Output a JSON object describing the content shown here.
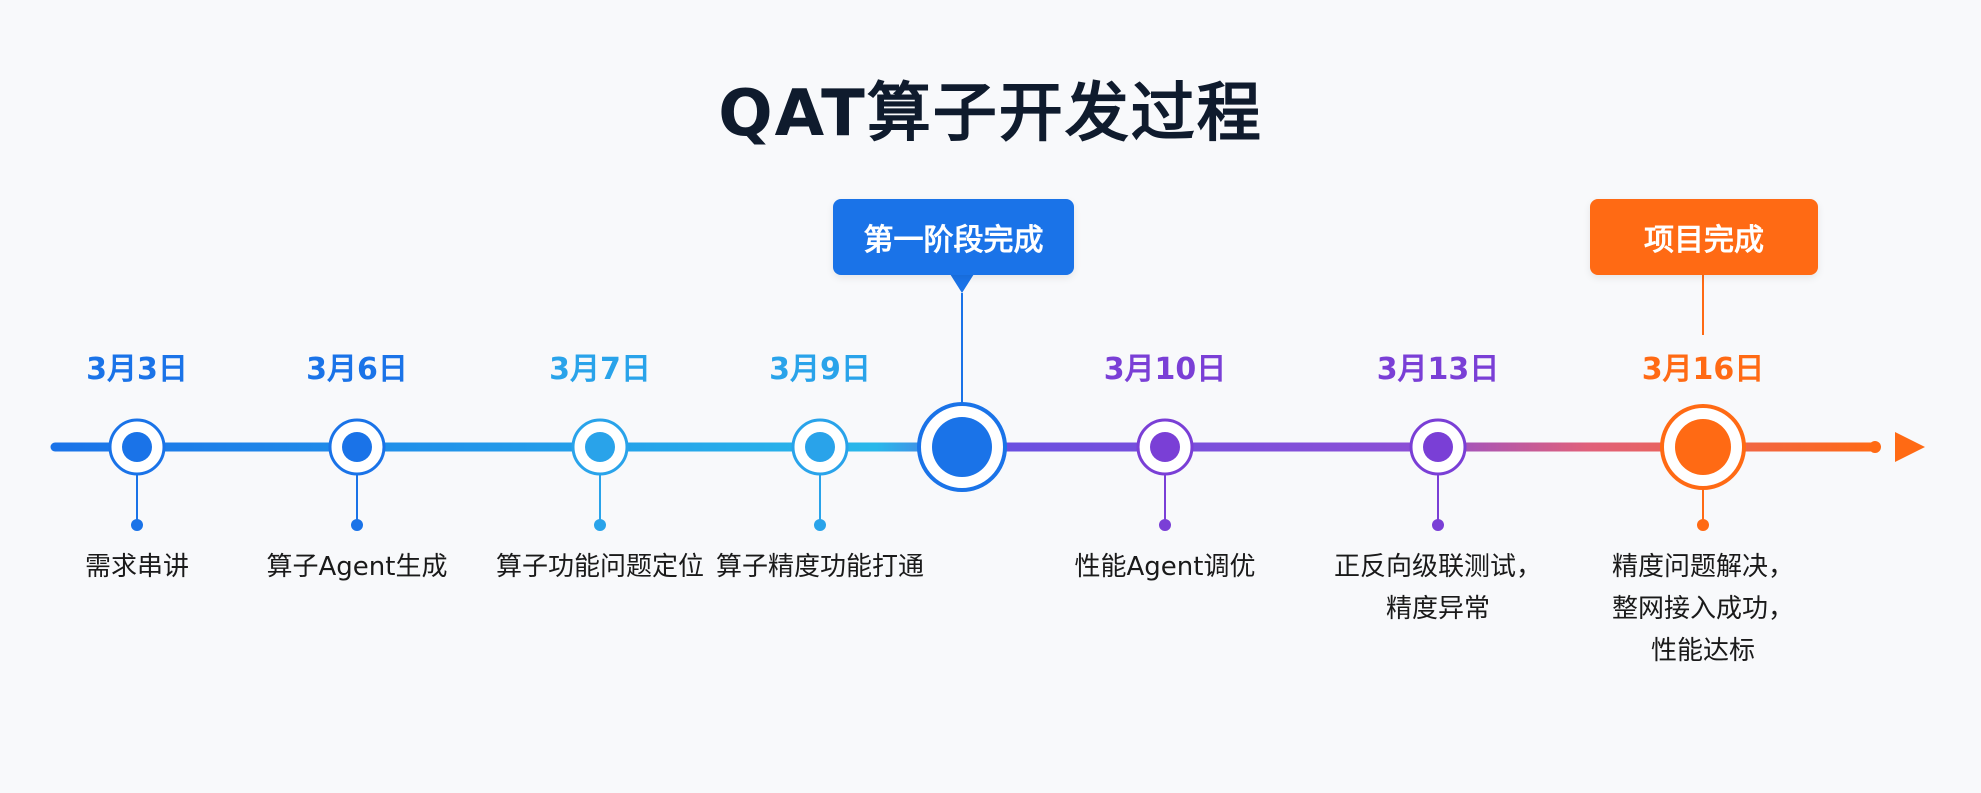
{
  "title": "QAT算子开发过程",
  "colors": {
    "blue": "#1a73e8",
    "cyan": "#29a3ea",
    "purple": "#7a3fd6",
    "orange": "#ff6a14",
    "text": "#1a1a1a",
    "title": "#0f1b2d"
  },
  "milestones": [
    {
      "date": "3月3日",
      "lines": [
        "需求串讲"
      ]
    },
    {
      "date": "3月6日",
      "lines": [
        "算子Agent生成"
      ]
    },
    {
      "date": "3月7日",
      "lines": [
        "算子功能问题定位"
      ]
    },
    {
      "date": "3月9日",
      "lines": [
        "算子精度功能打通"
      ]
    },
    {
      "date": "3月10日",
      "lines": [
        "性能Agent调优"
      ]
    },
    {
      "date": "3月13日",
      "lines": [
        "正反向级联测试，",
        "精度异常"
      ]
    },
    {
      "date": "3月16日",
      "lines": [
        "精度问题解决，",
        "整网接入成功，",
        "性能达标"
      ]
    }
  ],
  "callouts": [
    {
      "label": "第一阶段完成"
    },
    {
      "label": "项目完成"
    }
  ]
}
